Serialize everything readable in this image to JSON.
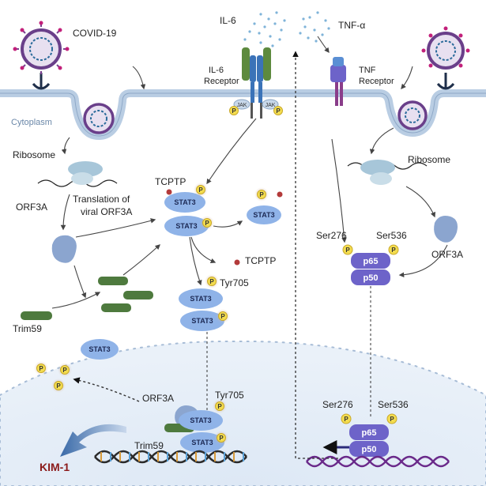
{
  "labels": {
    "covid": "COVID-19",
    "il6": "IL-6",
    "tnfa": "TNF-α",
    "il6_receptor_1": "IL-6",
    "il6_receptor_2": "Receptor",
    "tnf_receptor_1": "TNF",
    "tnf_receptor_2": "Receptor",
    "cytoplasm": "Cytoplasm",
    "ribosome_left": "Ribosome",
    "ribosome_right": "Ribosome",
    "translation_1": "Translation of",
    "translation_2": "viral ORF3A",
    "orf3a_left": "ORF3A",
    "orf3a_right": "ORF3A",
    "orf3a_nucleus": "ORF3A",
    "tcptp_top": "TCPTP",
    "tcptp_free": "TCPTP",
    "trim59_left": "Trim59",
    "trim59_nucleus": "Trim59",
    "tyr705_mid": "Tyr705",
    "tyr705_nucleus": "Tyr705",
    "ser276_top": "Ser276",
    "ser536_top": "Ser536",
    "ser276_bottom": "Ser276",
    "ser536_bottom": "Ser536",
    "kim1": "KIM-1",
    "stat3": "STAT3",
    "p": "P",
    "jak": "JAK",
    "p65": "p65",
    "p50": "p50"
  },
  "colors": {
    "membrane": "#b9cde3",
    "stat3": "#8fb3e8",
    "p_circle": "#f3dc4f",
    "p65": "#6d63c9",
    "trim59": "#4e7a3e",
    "orf3a": "#8ba5cf",
    "kim1": "#8b1a1a"
  }
}
